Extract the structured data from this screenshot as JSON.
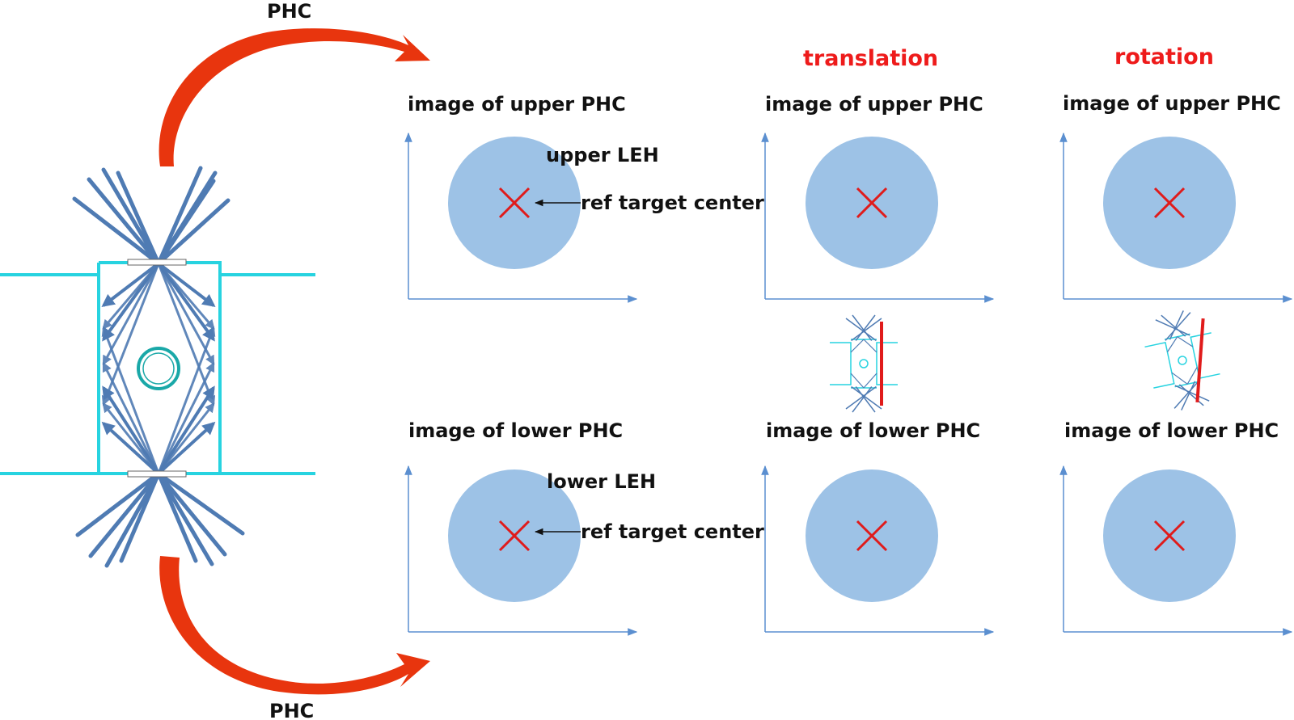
{
  "colors": {
    "beam": "#4f7bb3",
    "hohlraum": "#27d3e0",
    "red_arrow": "#e8350e",
    "disc": "#9dc2e6",
    "axis": "#5b8fd0",
    "cross": "#e01b1b",
    "header_red": "#ee1b1b",
    "text": "#111111"
  },
  "labels": {
    "phc_top": "PHC",
    "phc_bottom": "PHC",
    "header_translation": "translation",
    "header_rotation": "rotation",
    "upper_leh": "upper LEH",
    "lower_leh": "lower LEH",
    "ref_target_center_upper": "ref target center",
    "ref_target_center_lower": "ref target center"
  },
  "panels": [
    {
      "id": "ref-upper",
      "title": "image of upper PHC"
    },
    {
      "id": "translation-upper",
      "title": "image of upper PHC"
    },
    {
      "id": "rotation-upper",
      "title": "image of upper PHC"
    },
    {
      "id": "ref-lower",
      "title": "image of lower PHC"
    },
    {
      "id": "translation-lower",
      "title": "image of lower PHC"
    },
    {
      "id": "rotation-lower",
      "title": "image of lower PHC"
    }
  ]
}
